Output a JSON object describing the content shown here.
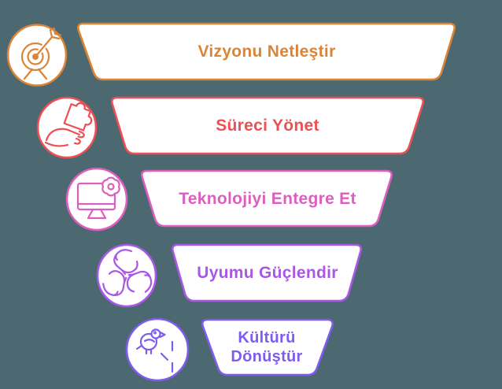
{
  "background_color": "#4C6972",
  "diagram_type": "funnel",
  "funnel": {
    "levels": [
      {
        "label": "Vizyonu Netleştir",
        "color": "#DC8435",
        "icon": "target-dart-icon"
      },
      {
        "label": "Süreci Yönet",
        "color": "#EC5054",
        "icon": "hand-puzzle-icon"
      },
      {
        "label": "Teknolojiyi Entegre Et",
        "color": "#DC5FBF",
        "icon": "monitor-gear-icon"
      },
      {
        "label": "Uyumu Güçlendir",
        "color": "#A958E6",
        "icon": "teamwork-hands-icon"
      },
      {
        "label": "Kültürü Dönüştür",
        "color": "#7E5DED",
        "icon": "bird-chirp-icon"
      }
    ]
  }
}
